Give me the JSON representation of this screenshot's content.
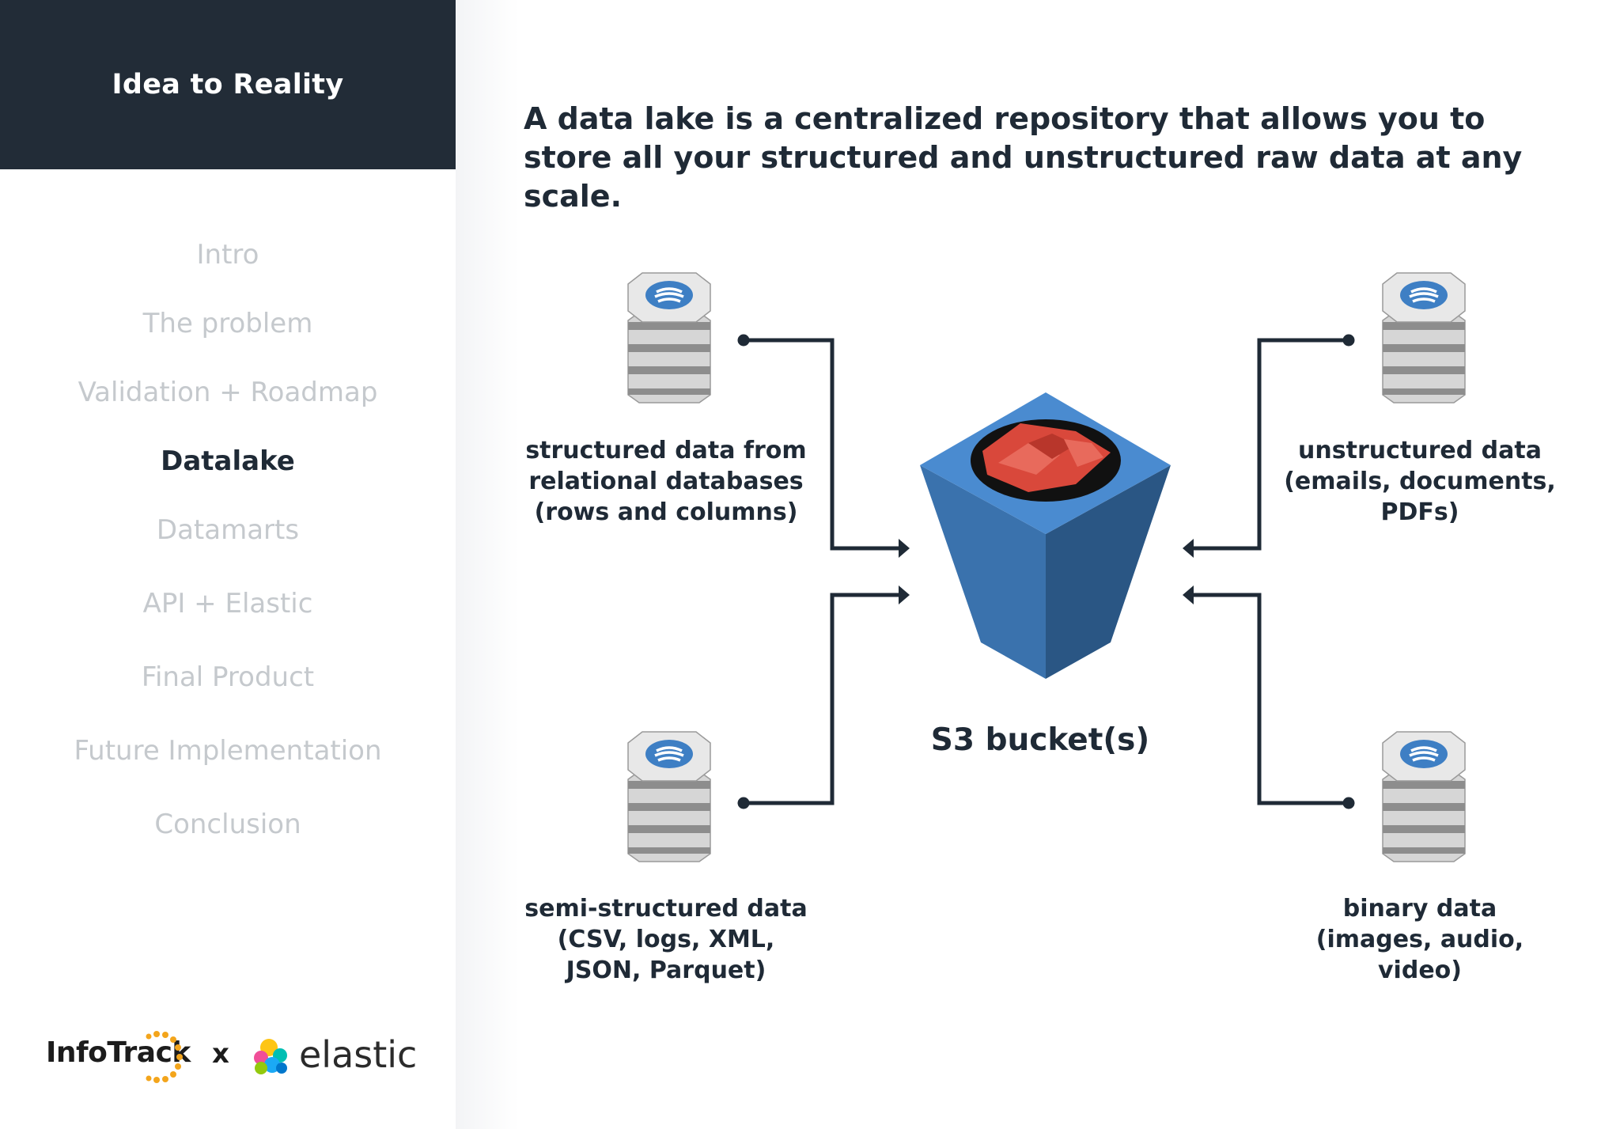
{
  "sidebar": {
    "title": "Idea to Reality",
    "items": [
      {
        "label": "Intro",
        "active": false
      },
      {
        "label": "The problem",
        "active": false
      },
      {
        "label": "Validation + Roadmap",
        "active": false
      },
      {
        "label": "Datalake",
        "active": true
      },
      {
        "label": "Datamarts",
        "active": false
      },
      {
        "label": "API + Elastic",
        "active": false
      },
      {
        "label": "Final Product",
        "active": false
      },
      {
        "label": "Future Implementation",
        "active": false
      },
      {
        "label": "Conclusion",
        "active": false
      }
    ],
    "logos": {
      "infotrack": "InfoTrack",
      "separator": "x",
      "elastic": "elastic",
      "icons": [
        "infotrack-logo-icon",
        "elastic-logo-icon"
      ]
    }
  },
  "main": {
    "headline": "A data lake is a centralized repository that allows you to store all your structured and unstructured raw data at any scale.",
    "diagram": {
      "sources": [
        {
          "id": "structured",
          "lines": [
            "structured data from",
            "relational databases",
            "(rows and columns)"
          ],
          "icon": "database-icon"
        },
        {
          "id": "unstructured",
          "lines": [
            "unstructured data",
            "(emails, documents,",
            "PDFs)"
          ],
          "icon": "database-icon"
        },
        {
          "id": "semi-structured",
          "lines": [
            "semi-structured data",
            "(CSV, logs, XML,",
            "JSON, Parquet)"
          ],
          "icon": "database-icon"
        },
        {
          "id": "binary",
          "lines": [
            "binary data",
            "(images, audio,",
            "video)"
          ],
          "icon": "database-icon"
        }
      ],
      "target": {
        "label": "S3 bucket(s)",
        "icon": "s3-bucket-icon"
      },
      "colors": {
        "connector": "#1f2a36",
        "bucket_blue": "#3f7fc1",
        "bucket_dark": "#2b5a8a",
        "bucket_red": "#d9483b",
        "db_blue": "#3e7fc4",
        "db_gray": "#cfcfcf"
      }
    }
  }
}
